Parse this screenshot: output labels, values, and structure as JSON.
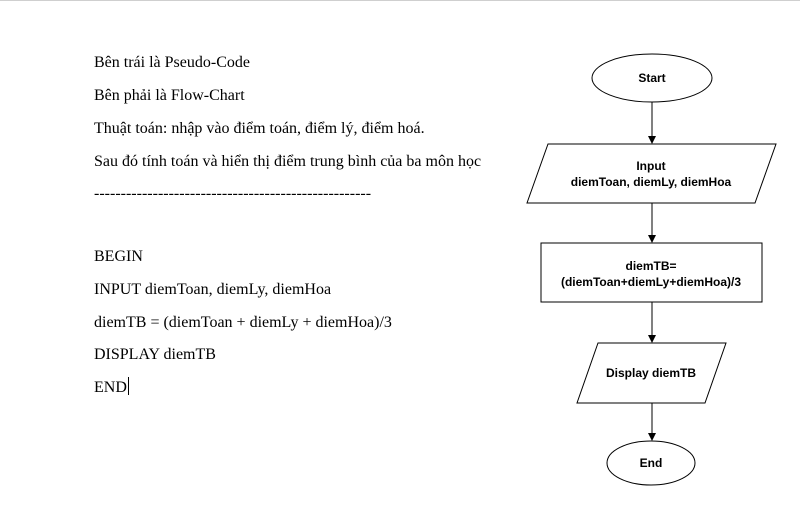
{
  "document": {
    "lines": [
      "Bên trái là Pseudo-Code",
      "Bên phải là Flow-Chart",
      "Thuật toán: nhập vào điểm toán, điểm lý, điểm hoá.",
      "Sau đó tính toán và hiển thị điểm trung bình của ba môn học",
      "----------------------------------------------------"
    ],
    "pseudocode": [
      "BEGIN",
      "INPUT diemToan, diemLy, diemHoa",
      "diemTB = (diemToan + diemLy + diemHoa)/3",
      "DISPLAY diemTB",
      "END"
    ]
  },
  "flowchart": {
    "start": "Start",
    "input_line1": "Input",
    "input_line2": "diemToan, diemLy, diemHoa",
    "process_line1": "diemTB=",
    "process_line2": "(diemToan+diemLy+diemHoa)/3",
    "output": "Display diemTB",
    "end": "End"
  }
}
